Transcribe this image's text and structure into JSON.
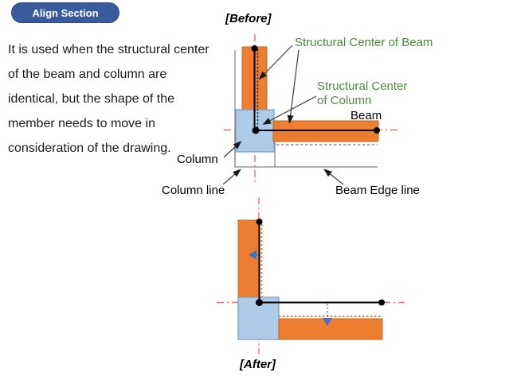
{
  "header": {
    "button_label": "Align Section"
  },
  "description": {
    "lines": [
      "It is used when the structural center",
      "of the beam and column are",
      "identical, but the shape of the",
      "member needs to move in",
      "consideration of the drawing."
    ]
  },
  "before": {
    "title": "[Before]",
    "labels": {
      "structural_center_of_beam": "Structural Center of Beam",
      "structural_center_of_column_l1": "Structural Center",
      "structural_center_of_column_l2": "of Column",
      "beam": "Beam",
      "column": "Column",
      "column_line": "Column line",
      "beam_edge_line": "Beam Edge line"
    }
  },
  "after": {
    "title": "[After]"
  },
  "colors": {
    "accent_button_blue": "#3a5a9e",
    "beam_orange": "#ed7d31",
    "column_fill_blue": "#aecbea",
    "column_border_blue": "#7d9dc0",
    "center_line_red": "#e8736f",
    "label_green": "#4a8a3b",
    "guide_gray": "#808080",
    "move_arrow_blue": "#4472c4",
    "structural_line_black": "#000000"
  }
}
